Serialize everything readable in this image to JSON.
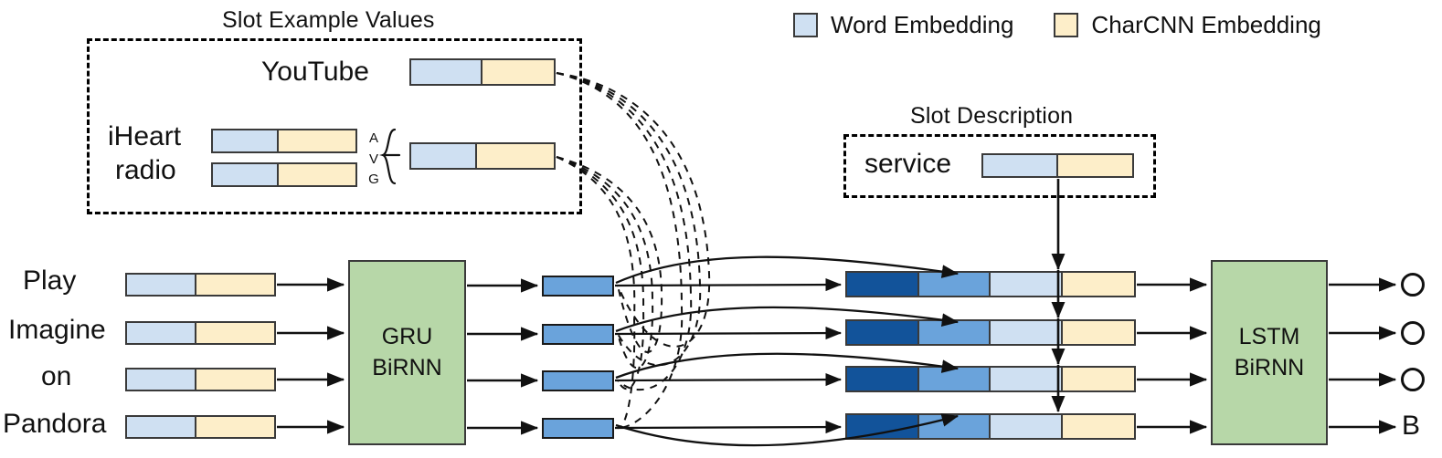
{
  "legend": {
    "items": [
      {
        "label": "Word Embedding",
        "color": "#cfe0f2",
        "icon": "legend-swatch"
      },
      {
        "label": "CharCNN Embedding",
        "color": "#fdeec9",
        "icon": "legend-swatch"
      }
    ]
  },
  "slot_example": {
    "title": "Slot Example Values",
    "values": [
      {
        "text": "YouTube"
      },
      {
        "text": "iHeart"
      },
      {
        "text": "radio"
      }
    ],
    "avg_letters": [
      "A",
      "V",
      "G"
    ],
    "avg_label": "AVG"
  },
  "slot_description": {
    "title": "Slot Description",
    "slot_name": "service"
  },
  "input": {
    "tokens": [
      "Play",
      "Imagine",
      "on",
      "Pandora"
    ]
  },
  "encoder": {
    "line1": "GRU",
    "line2": "BiRNN"
  },
  "decoder": {
    "line1": "LSTM",
    "line2": "BiRNN"
  },
  "output": {
    "tags": [
      "O",
      "O",
      "O",
      "B"
    ]
  },
  "colors": {
    "word_embedding": "#cfe0f2",
    "charcnn_embedding": "#fdeec9",
    "hidden_state": "#6aa3db",
    "concat_dark": "#12539a",
    "concat_mid": "#6aa3db",
    "concat_light": "#cfe0f2",
    "concat_cream": "#fdeec9",
    "rnn_block": "#b7d7a8",
    "stroke": "#3a3a3a"
  }
}
